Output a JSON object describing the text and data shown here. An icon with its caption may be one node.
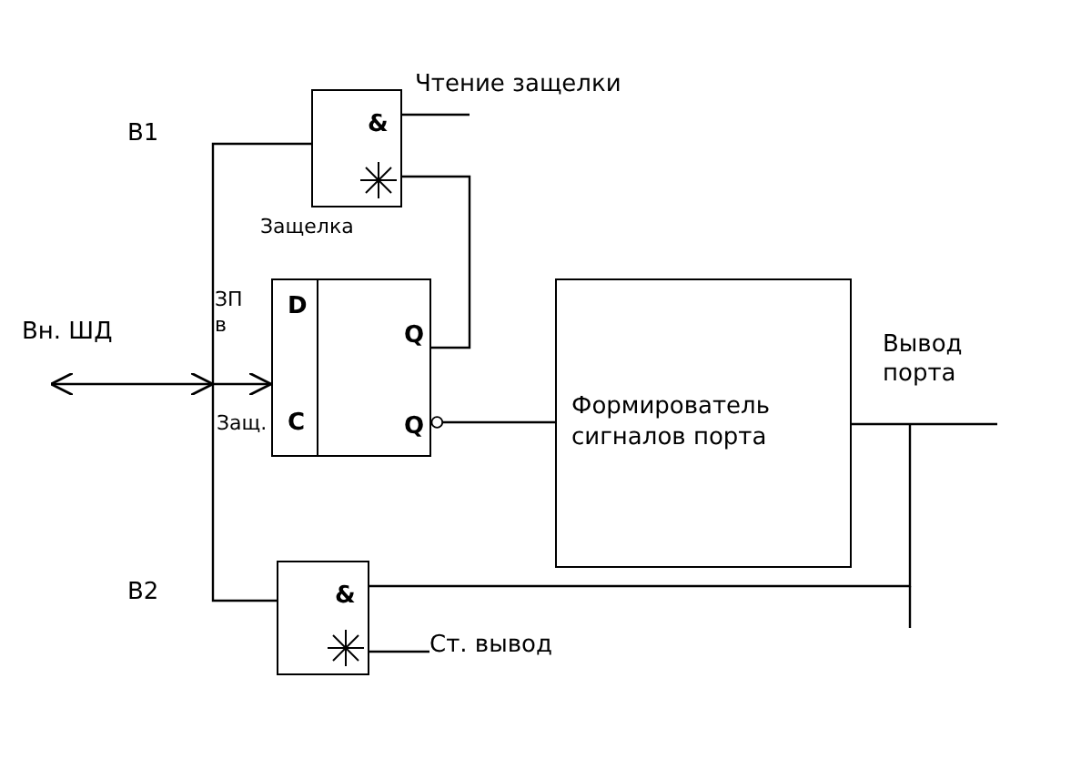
{
  "diagram": {
    "nodes": [
      {
        "text": [
          "Чтение защелки"
        ]
      },
      {
        "text": [
          "&"
        ],
        "beside": [
          "Защелка"
        ]
      },
      {
        "text": [
          "Вн. ШД"
        ]
      },
      {
        "text": [
          "D",
          "C",
          "Q",
          "Q"
        ],
        "beside": [
          "ЗП в",
          "Защ."
        ]
      },
      {
        "text": [
          "Формирователь сигналов порта"
        ]
      },
      {
        "text": [
          "&"
        ]
      },
      {
        "text": [
          "Ст. вывод"
        ]
      }
    ],
    "edges": [
      {
        "from": 1,
        "to": 0,
        "arrow": "none"
      },
      {
        "from": 3,
        "to": 1,
        "arrow": "none"
      },
      {
        "from": 2,
        "to": 3,
        "arrow": "both"
      },
      {
        "from": 3,
        "to": 4,
        "arrow": "other"
      },
      {
        "from": 4,
        "to": null,
        "arrow": "none"
      },
      {
        "from": 5,
        "to": null,
        "arrow": "none"
      },
      {
        "from": 1,
        "to": 5,
        "arrow": "none"
      },
      {
        "from": 6,
        "to": 5,
        "arrow": "none"
      }
    ],
    "labels": [
      "В1",
      "Вывод порта",
      "В2"
    ]
  }
}
